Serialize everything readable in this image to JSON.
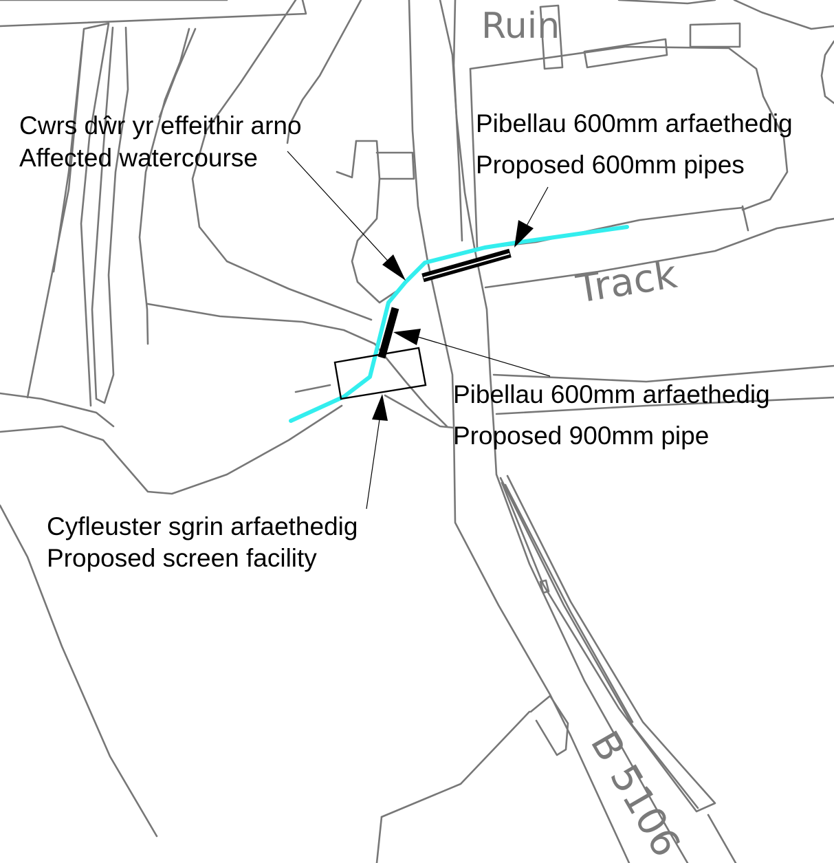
{
  "map": {
    "place_labels": {
      "ruin": "Ruin",
      "track": "Track",
      "road": "B 5106"
    },
    "callouts": {
      "affected_watercourse": {
        "welsh": "Cwrs dŵr yr effeithir arno",
        "english": "Affected watercourse"
      },
      "pipes_600": {
        "welsh": "Pibellau 600mm arfaethedig",
        "english": "Proposed 600mm pipes"
      },
      "pipe_900": {
        "welsh": "Pibellau 600mm arfaethedig",
        "english": "Proposed 900mm pipe"
      },
      "screen_facility": {
        "welsh": "Cyfleuster sgrin arfaethedig",
        "english": "Proposed screen facility"
      }
    },
    "colors": {
      "watercourse": "#33eeee",
      "pipes": "#000000",
      "base_lines": "#777777",
      "place_text": "#7a7a7a"
    }
  }
}
